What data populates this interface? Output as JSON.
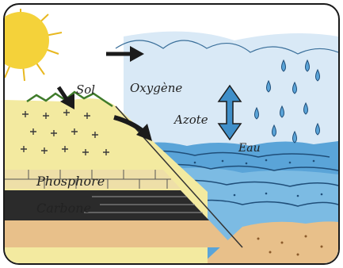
{
  "labels": {
    "sol": "Sol",
    "oxygene": "Oxygène",
    "azote": "Azote",
    "eau": "Eau",
    "phosphore": "Phosphore",
    "carbone": "Carbone"
  },
  "colors": {
    "frame": "#1a1a1a",
    "sun": "#f4d23a",
    "sky": "#cfe4f4",
    "soil": "#f3eaa0",
    "water": "#5aa4d8",
    "arrow": "#1b1b1b",
    "double_arrow": "#3f8fc9",
    "carbon": "#2b2b2b"
  },
  "icons": [
    "sun-icon",
    "rain-drop-icon",
    "double-arrow-icon",
    "arrow-icon"
  ]
}
